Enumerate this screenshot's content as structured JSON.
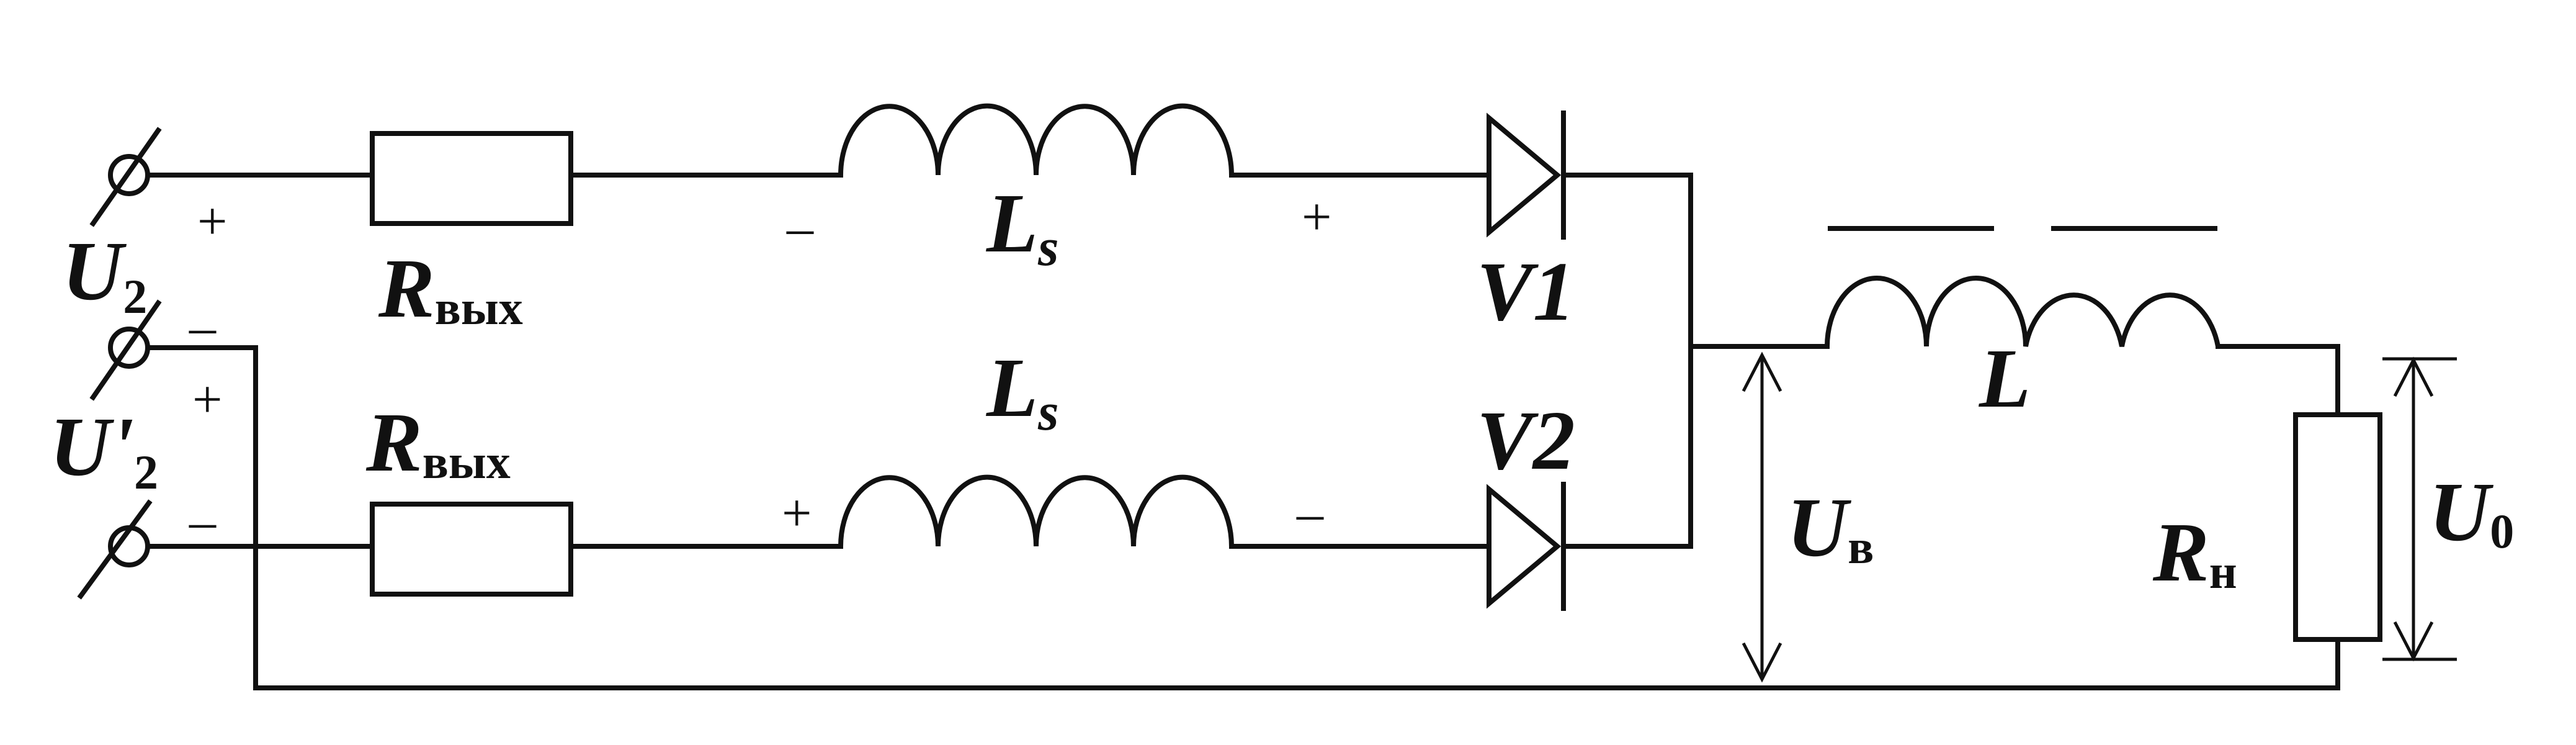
{
  "labels": {
    "u2": "U",
    "u2_sub": "2",
    "u2p": "U'",
    "u2p_sub": "2",
    "rout_top": "R",
    "rout_top_sub": "вых",
    "rout_bot": "R",
    "rout_bot_sub": "вых",
    "ls_top": "L",
    "ls_top_sub": "s",
    "ls_bot": "L",
    "ls_bot_sub": "s",
    "v1": "V1",
    "v2": "V2",
    "l": "L",
    "ub": "U",
    "ub_sub": "в",
    "rn": "R",
    "rn_sub": "н",
    "u0": "U",
    "u0_sub": "0"
  },
  "signs": {
    "u2_plus": "+",
    "u2_minus": "–",
    "u2p_plus": "+",
    "u2p_minus": "–",
    "ls_top_left": "–",
    "ls_top_right": "+",
    "ls_bot_left": "+",
    "ls_bot_right": "–"
  }
}
